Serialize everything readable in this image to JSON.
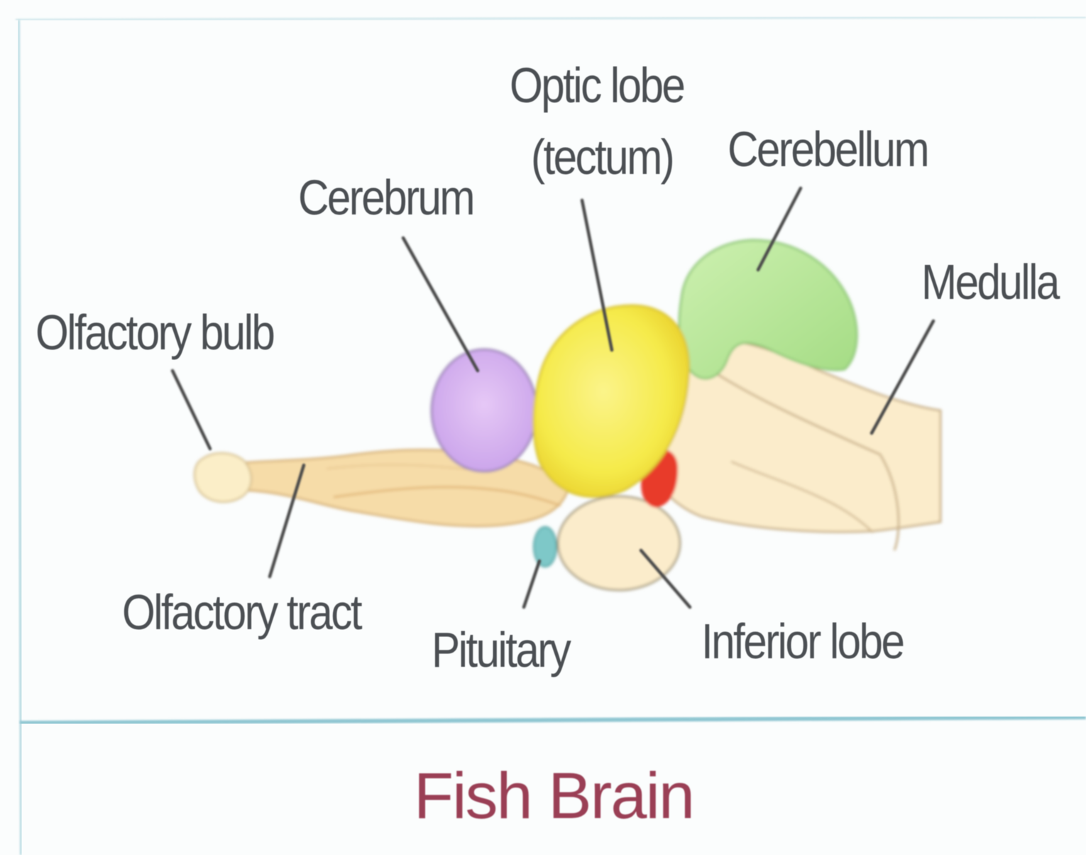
{
  "diagram": {
    "labels": {
      "olfactory_bulb": "Olfactory bulb",
      "cerebrum": "Cerebrum",
      "optic_lobe_line1": "Optic lobe",
      "optic_lobe_line2": "(tectum)",
      "cerebellum": "Cerebellum",
      "medulla": "Medulla",
      "olfactory_tract": "Olfactory tract",
      "pituitary": "Pituitary",
      "inferior_lobe": "Inferior lobe"
    },
    "caption": "Fish Brain",
    "colors": {
      "cerebrum": "#d6b4f0",
      "optic_lobe": "#f7ee5a",
      "cerebellum": "#b6e89a",
      "brainstem": "#fbe9c4",
      "olfactory": "#f6d49a",
      "pituitary": "#7ec8c8",
      "hypothalamus_red": "#e83a2a",
      "caption": "#9a3f55",
      "frame_line": "#8fc6d2"
    }
  }
}
